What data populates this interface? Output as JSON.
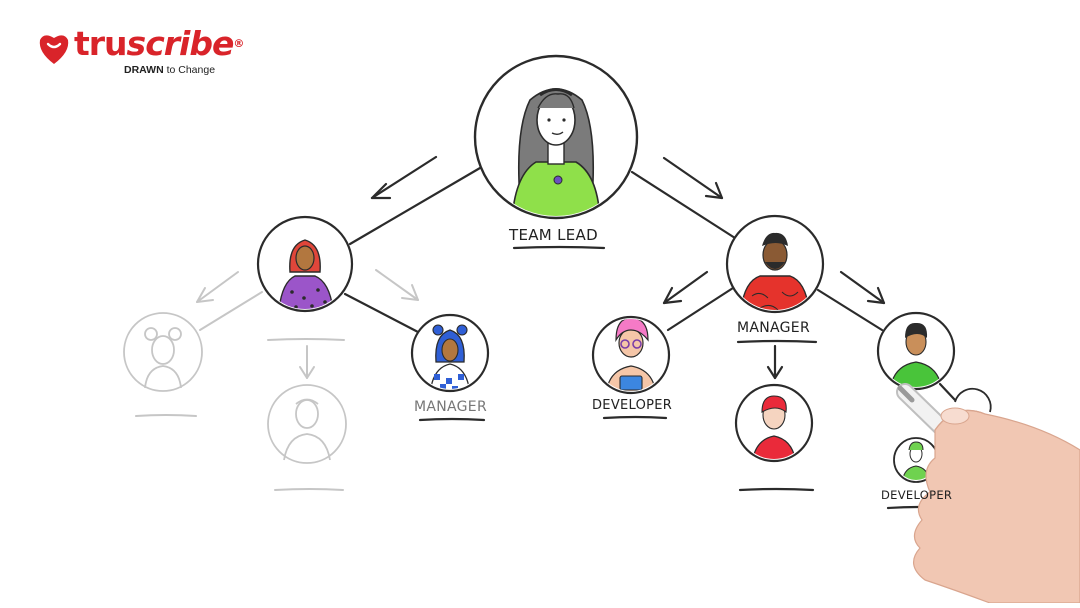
{
  "brand": {
    "word_part1": "tru",
    "word_part2": "scribe",
    "registered": "®",
    "tagline_bold": "DRAWN",
    "tagline_rest": " to Change",
    "color": "#d9242a"
  },
  "nodes": {
    "team_lead": {
      "label": "TEAM LEAD"
    },
    "manager_right": {
      "label": "MANAGER"
    },
    "manager_left": {
      "label": "MANAGER"
    },
    "developer_left": {
      "label": "DEVELOPER"
    },
    "developer_right": {
      "label": "DEVELOPER"
    }
  },
  "colors": {
    "ink": "#2b2b2b",
    "faded_ink": "#c8c8c8",
    "team_lead_shirt": "#8fe04a",
    "manager_left_shirt": "#9b55c9",
    "manager_left_hijab": "#e0463a",
    "manager_right_shirt": "#e5332c",
    "manager_mid_hair": "#2f5fd6",
    "developer_left_hair": "#f57ac6",
    "developer_left_top": "#3c86e0",
    "dev_red_top": "#ea2a3a",
    "right_person_shirt": "#49c43a",
    "small_dev_shirt": "#6fd24f"
  }
}
